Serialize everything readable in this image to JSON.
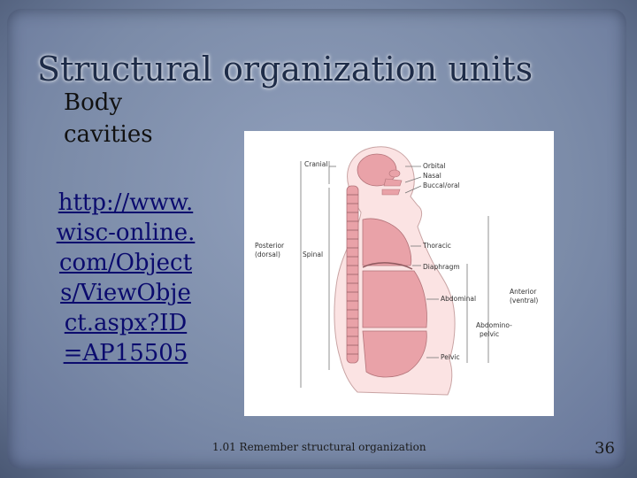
{
  "slide": {
    "title": "Structural organization units",
    "subtitle": "Body cavities",
    "link": "http://www.wisc-online.com/Objects/ViewObject.aspx?ID=AP15505",
    "footer": "1.01 Remember structural organization",
    "page_number": "36"
  },
  "diagram": {
    "labels": {
      "cranial": "Cranial",
      "orbital": "Orbital",
      "nasal": "Nasal",
      "buccal": "Buccal/oral",
      "posterior": "Posterior",
      "dorsal": "(dorsal)",
      "spinal": "Spinal",
      "thoracic": "Thoracic",
      "diaphragm": "Diaphragm",
      "abdominal": "Abdominal",
      "anterior": "Anterior",
      "ventral": "(ventral)",
      "abdomino": "Abdomino-",
      "pelvic_joint": "pelvic",
      "pelvic": "Pelvic"
    }
  }
}
